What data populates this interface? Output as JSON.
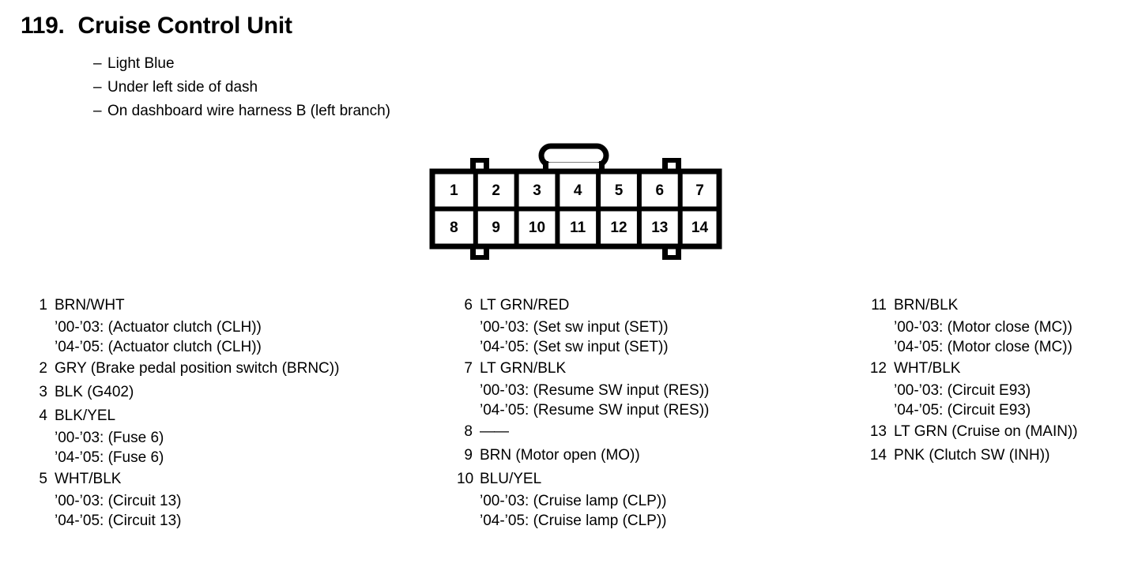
{
  "header": {
    "number": "119.",
    "title": "Cruise Control Unit"
  },
  "notes": {
    "dash": "–",
    "items": [
      "Light Blue",
      "Under left side of dash",
      "On dashboard wire harness B (left branch)"
    ]
  },
  "connector": {
    "name": "14-pin connector",
    "row_top": [
      "1",
      "2",
      "3",
      "4",
      "5",
      "6",
      "7"
    ],
    "row_bottom": [
      "8",
      "9",
      "10",
      "11",
      "12",
      "13",
      "14"
    ],
    "color": "#000000"
  },
  "legend": {
    "columns": [
      {
        "entries": [
          {
            "pin": "1",
            "wire": "BRN/WHT",
            "subs": [
              "’00-’03: (Actuator clutch (CLH))",
              "’04-’05: (Actuator clutch (CLH))"
            ]
          },
          {
            "pin": "2",
            "wire": "GRY (Brake pedal position switch (BRNC))",
            "subs": []
          },
          {
            "pin": "3",
            "wire": "BLK (G402)",
            "subs": []
          },
          {
            "pin": "4",
            "wire": "BLK/YEL",
            "subs": [
              "’00-’03: (Fuse 6)",
              "’04-’05: (Fuse 6)"
            ]
          },
          {
            "pin": "5",
            "wire": "WHT/BLK",
            "subs": [
              "’00-’03: (Circuit 13)",
              "’04-’05: (Circuit 13)"
            ]
          }
        ]
      },
      {
        "entries": [
          {
            "pin": "6",
            "wire": "LT GRN/RED",
            "subs": [
              "’00-’03: (Set sw input (SET))",
              "’04-’05: (Set sw input (SET))"
            ]
          },
          {
            "pin": "7",
            "wire": "LT GRN/BLK",
            "subs": [
              "’00-’03: (Resume SW input (RES))",
              "’04-’05: (Resume SW input (RES))"
            ]
          },
          {
            "pin": "8",
            "wire": "——",
            "subs": []
          },
          {
            "pin": "9",
            "wire": "BRN (Motor open (MO))",
            "subs": []
          },
          {
            "pin": "10",
            "wire": "BLU/YEL",
            "subs": [
              "’00-’03: (Cruise lamp (CLP))",
              "’04-’05: (Cruise lamp (CLP))"
            ]
          }
        ]
      },
      {
        "entries": [
          {
            "pin": "11",
            "wire": "BRN/BLK",
            "subs": [
              "’00-’03: (Motor close (MC))",
              "’04-’05: (Motor close (MC))"
            ]
          },
          {
            "pin": "12",
            "wire": "WHT/BLK",
            "subs": [
              "’00-’03: (Circuit E93)",
              "’04-’05: (Circuit E93)"
            ]
          },
          {
            "pin": "13",
            "wire": "LT GRN (Cruise on (MAIN))",
            "subs": []
          },
          {
            "pin": "14",
            "wire": "PNK (Clutch SW (INH))",
            "subs": []
          }
        ]
      }
    ]
  }
}
